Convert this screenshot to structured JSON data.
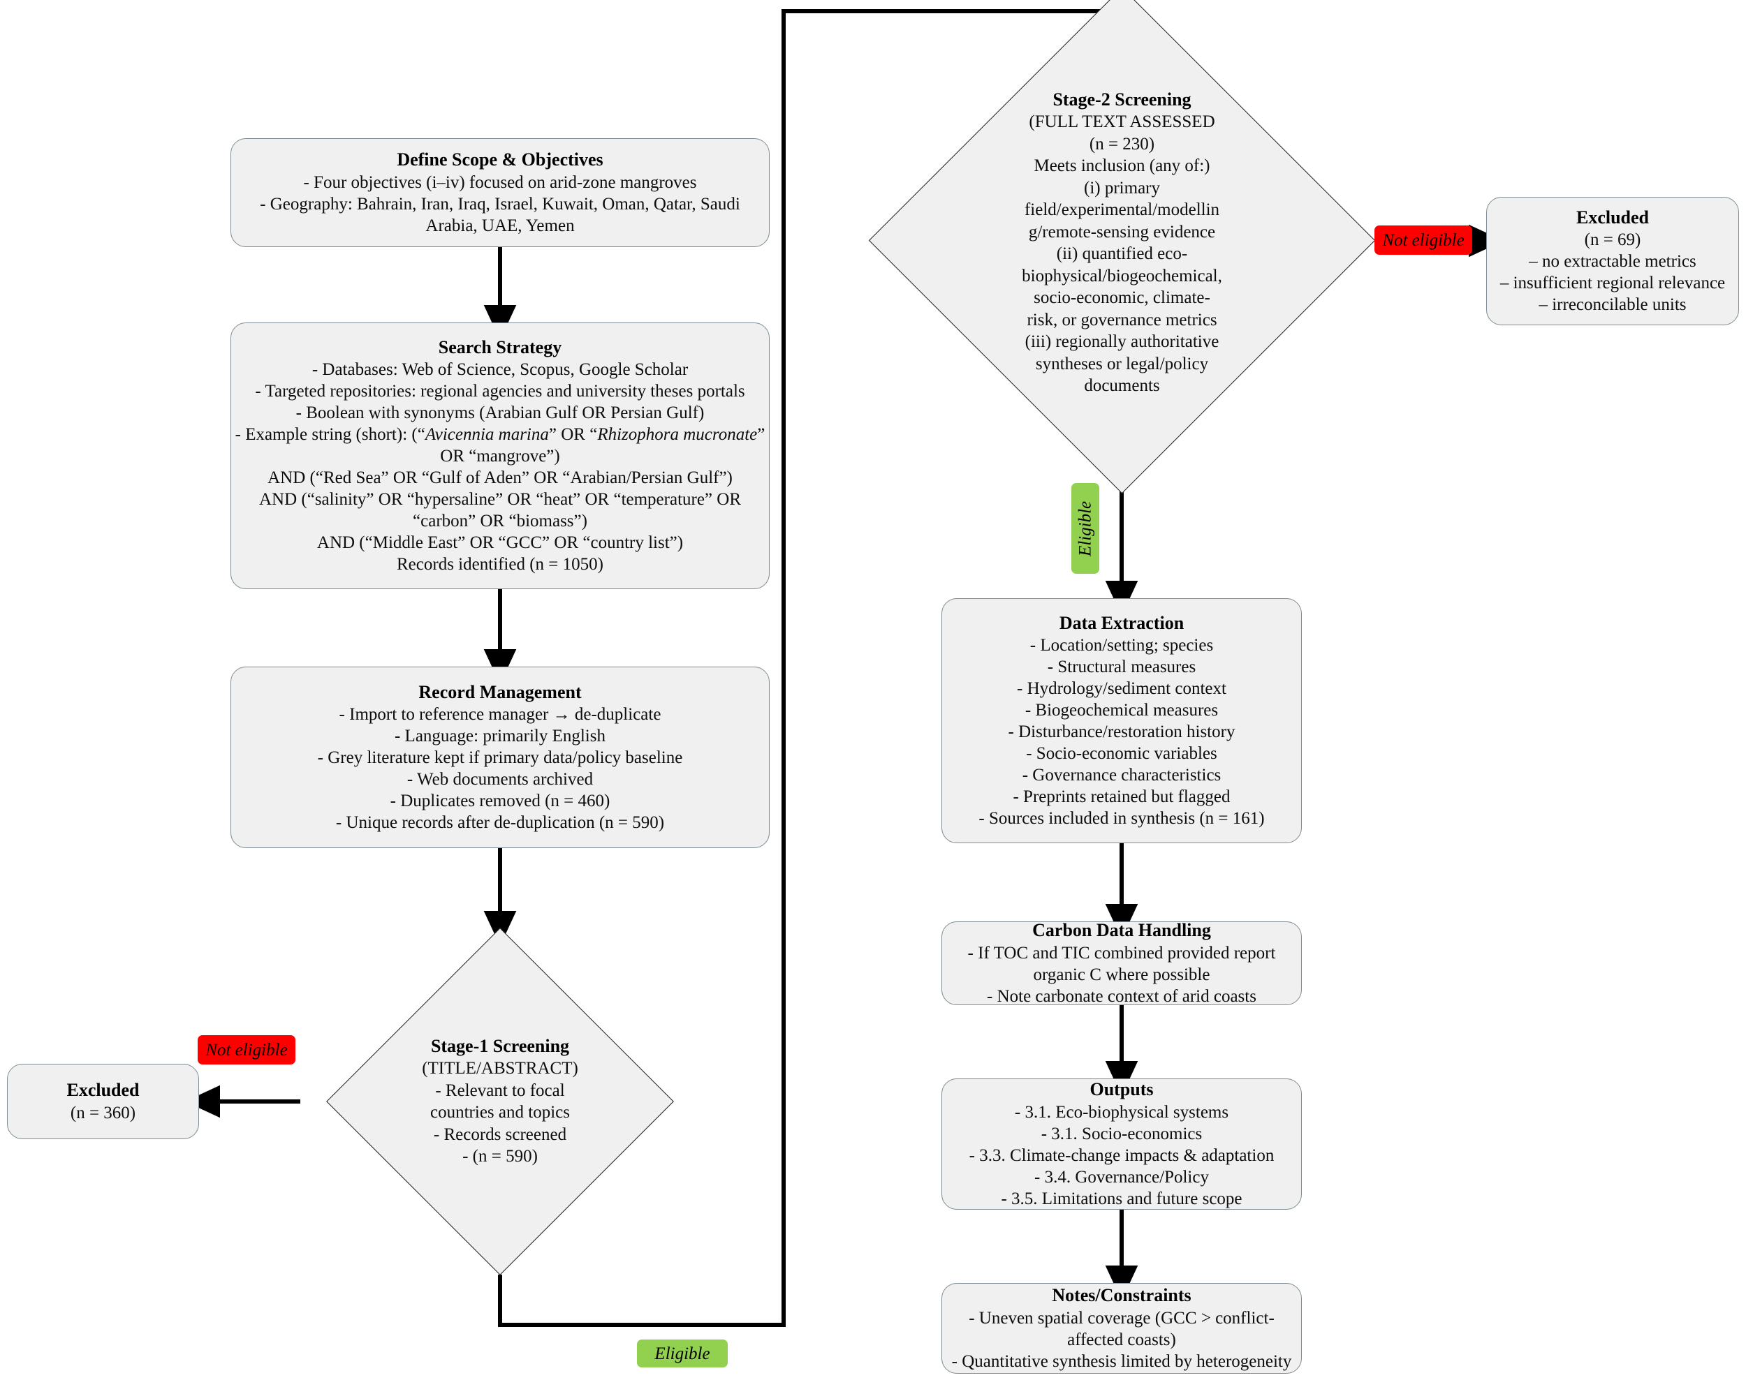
{
  "colors": {
    "not_eligible_bg": "#ff0000",
    "eligible_bg": "#92d050",
    "box_fill": "#f0f0f0",
    "box_stroke": "#7d8c93",
    "diamond_stroke": "#1a1a1a",
    "connector": "#000000"
  },
  "nodes": {
    "define_scope": {
      "title": "Define Scope & Objectives",
      "lines": [
        "- Four objectives (i–iv) focused on arid-zone mangroves",
        "- Geography: Bahrain, Iran, Iraq, Israel, Kuwait, Oman, Qatar, Saudi",
        "Arabia, UAE, Yemen"
      ]
    },
    "search_strategy": {
      "title": "Search Strategy",
      "lines": [
        "- Databases: Web of Science, Scopus, Google Scholar",
        "- Targeted repositories: regional agencies and university theses portals",
        "- Boolean with synonyms (Arabian Gulf OR Persian Gulf)",
        "- Example string (short): (“Avicennia marina” OR “Rhizophora mucronate”",
        "OR “mangrove”)",
        "AND (“Red Sea” OR “Gulf of Aden” OR “Arabian/Persian Gulf”)",
        "AND (“salinity” OR “hypersaline” OR “heat” OR “temperature” OR",
        "“carbon” OR “biomass”)",
        "AND (“Middle East” OR “GCC” OR “country list”)",
        "Records identified (n = 1050)"
      ],
      "italic_segments": [
        "Avicennia marina",
        "Rhizophora mucronate"
      ]
    },
    "record_management": {
      "title": "Record Management",
      "lines": [
        "- Import to reference manager → de-duplicate",
        "- Language: primarily English",
        "- Grey literature kept if primary data/policy baseline",
        "-        Web documents archived",
        "-        Duplicates removed (n = 460)",
        "-        Unique records after de-duplication (n = 590)"
      ]
    },
    "stage1": {
      "title": "Stage-1 Screening",
      "lines": [
        "(TITLE/ABSTRACT)",
        "- Relevant to focal",
        "countries and topics",
        "-      Records screened",
        "-        (n = 590)"
      ]
    },
    "excluded_stage1": {
      "title": "Excluded",
      "lines": [
        "(n = 360)"
      ]
    },
    "stage2": {
      "title": "Stage-2 Screening",
      "lines": [
        "(FULL TEXT ASSESSED",
        "(n = 230)",
        "Meets inclusion (any of:)",
        "(i) primary",
        "field/experimental/modellin",
        "g/remote-sensing evidence",
        "(ii) quantified eco-",
        "biophysical/biogeochemical,",
        "socio-economic, climate-",
        "risk, or governance metrics",
        "(iii) regionally authoritative",
        "syntheses or legal/policy",
        "documents"
      ]
    },
    "excluded_stage2": {
      "title": "Excluded",
      "lines": [
        "(n = 69)",
        "– no extractable metrics",
        "– insufficient regional relevance",
        "– irreconcilable units"
      ]
    },
    "data_extraction": {
      "title": "Data Extraction",
      "lines": [
        "- Location/setting; species",
        "- Structural measures",
        "- Hydrology/sediment context",
        "- Biogeochemical measures",
        "- Disturbance/restoration history",
        "- Socio-economic variables",
        "- Governance characteristics",
        "-        Preprints retained but flagged",
        "-      Sources included in synthesis (n = 161)"
      ]
    },
    "carbon_data": {
      "title": "Carbon Data Handling",
      "lines": [
        "- If TOC and TIC combined provided report",
        "organic C where possible",
        "- Note carbonate context of arid coasts"
      ]
    },
    "outputs": {
      "title": "Outputs",
      "lines": [
        "- 3.1. Eco-biophysical systems",
        "- 3.1. Socio-economics",
        "- 3.3. Climate-change impacts & adaptation",
        "-        3.4. Governance/Policy",
        "-       3.5. Limitations and future scope"
      ]
    },
    "notes_constraints": {
      "title": "Notes/Constraints",
      "lines": [
        "- Uneven spatial coverage (GCC > conflict-",
        "affected coasts)",
        "- Quantitative synthesis limited by heterogeneity"
      ]
    }
  },
  "edge_labels": {
    "stage1_not_eligible": "Not eligible",
    "stage1_eligible": "Eligible",
    "stage2_not_eligible": "Not eligible",
    "stage2_eligible": "Eligible"
  }
}
